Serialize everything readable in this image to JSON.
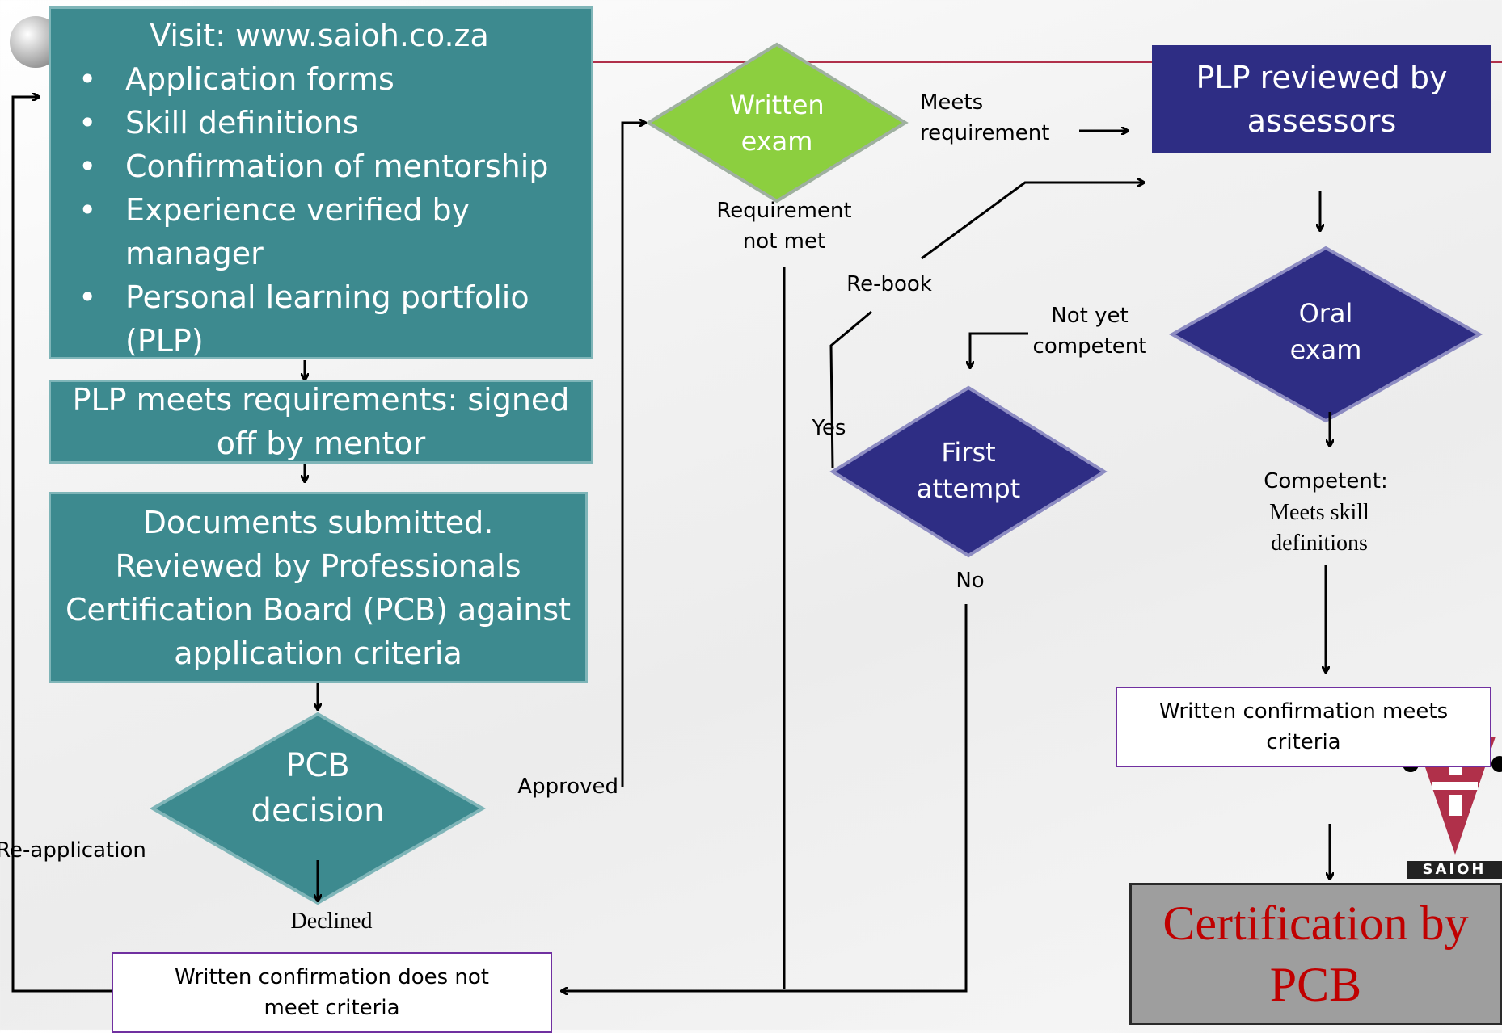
{
  "box_visit": {
    "title": "Visit: www.saioh.co.za",
    "items": [
      "Application forms",
      "Skill definitions",
      "Confirmation of mentorship",
      "Experience verified by manager",
      "Personal learning portfolio (PLP)"
    ]
  },
  "box_plp_meets": "PLP meets requirements: signed off by mentor",
  "box_documents": "Documents submitted.  Reviewed by Professionals Certification Board (PCB) against application criteria",
  "diamond_pcb": "PCB decision",
  "label_approved": "Approved",
  "label_declined": "Declined",
  "label_reapplication": "Re-application",
  "box_not_meet": "Written confirmation does not meet criteria",
  "diamond_written": "Written exam",
  "label_meets_requirement": "Meets requirement",
  "label_requirement_not_met": "Requirement not met",
  "box_plp_reviewed": "PLP reviewed by assessors",
  "label_rebook": "Re-book",
  "label_not_yet": "Not yet competent",
  "diamond_oral": "Oral exam",
  "label_yes": "Yes",
  "diamond_first": "First attempt",
  "label_no": "No",
  "label_competent": "Competent:",
  "label_meets_skill": "Meets skill definitions",
  "box_meets_criteria": "Written confirmation meets criteria",
  "box_certification": "Certification by PCB",
  "logo_text": "SAIOH",
  "colors": {
    "teal": "#3d8a8f",
    "navy": "#2e2d84",
    "green": "#8ccf3f",
    "cert_red": "#c00000",
    "cert_gray": "#9e9e9e",
    "accent_red": "#b0304a"
  }
}
